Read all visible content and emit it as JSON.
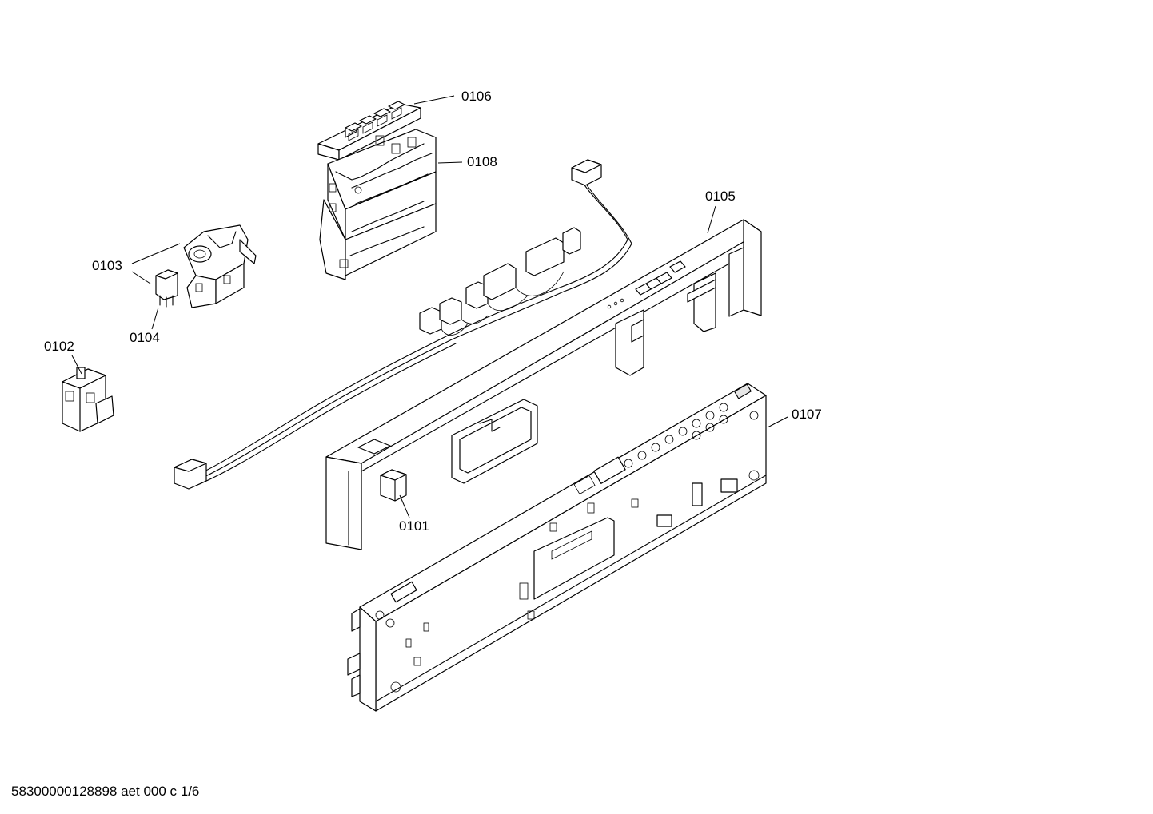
{
  "labels": {
    "p0101": "0101",
    "p0102": "0102",
    "p0103": "0103",
    "p0104": "0104",
    "p0105": "0105",
    "p0106": "0106",
    "p0107": "0107",
    "p0108": "0108"
  },
  "footer": "58300000128898 aet 000 c 1/6"
}
